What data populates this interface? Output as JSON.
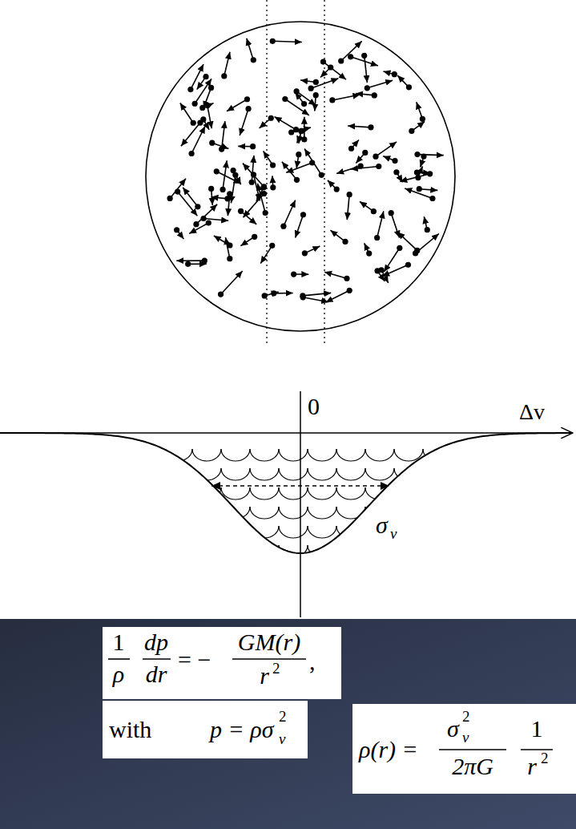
{
  "diagram": {
    "labels": [
      "0",
      "Δv",
      "σ",
      "v",
      "1",
      "ρ",
      "dp",
      "dr",
      "= −",
      "GM(r)",
      "r",
      "2",
      ",",
      "with",
      "p = ρσ",
      "2",
      "v",
      "ρ(r) =",
      "σ",
      "2",
      "v",
      "2πG",
      "1",
      "r",
      "2"
    ]
  }
}
